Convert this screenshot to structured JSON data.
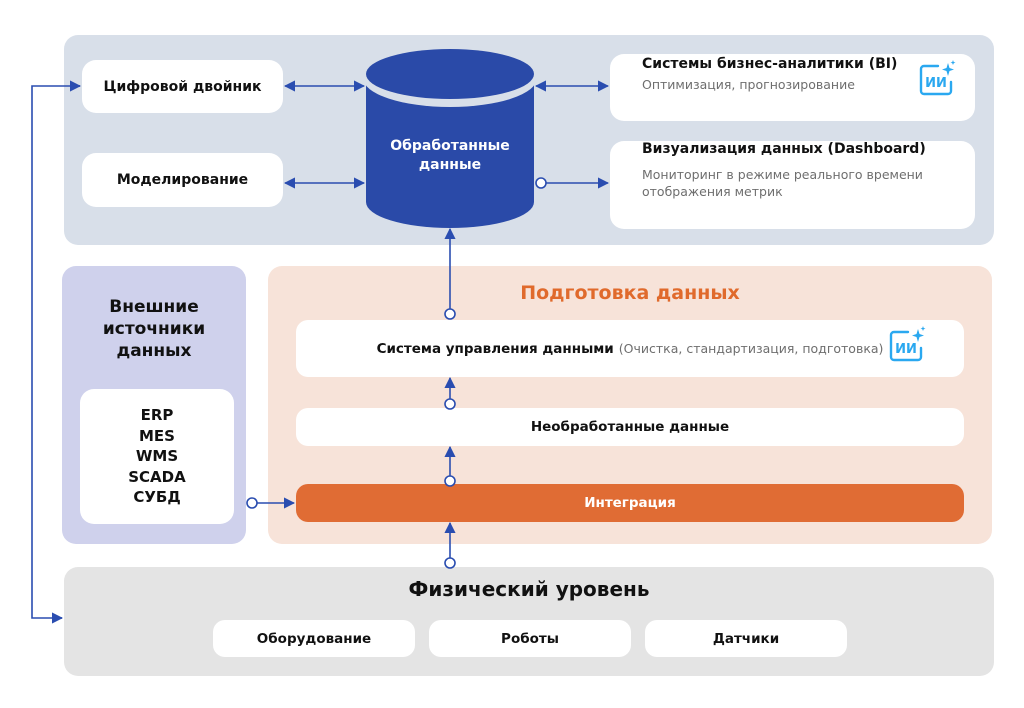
{
  "top_layer": {
    "left_boxes": [
      {
        "label": "Цифровой двойник"
      },
      {
        "label": "Моделирование"
      }
    ],
    "central_store": {
      "label_line1": "Обработанные",
      "label_line2": "данные"
    },
    "right_boxes": [
      {
        "title": "Системы бизнес-аналитики (BI)",
        "subtitle": "Оптимизация, прогнозирование",
        "icon": "ai-icon",
        "icon_text": "ИИ"
      },
      {
        "title": "Визуализация данных (Dashboard)",
        "subtitle_line1": "Мониторинг в режиме реального времени",
        "subtitle_line2": "отображения метрик"
      }
    ]
  },
  "external_sources": {
    "title_line1": "Внешние",
    "title_line2": "источники",
    "title_line3": "данных",
    "items": [
      "ERP",
      "MES",
      "WMS",
      "SCADA",
      "СУБД"
    ]
  },
  "data_preparation": {
    "title": "Подготовка данных",
    "management": {
      "title": "Система управления данными",
      "note": "(Очистка, стандартизация, подготовка)",
      "icon": "ai-icon",
      "icon_text": "ИИ"
    },
    "raw_data": {
      "label": "Необработанные данные"
    },
    "integration": {
      "label": "Интеграция"
    }
  },
  "physical_layer": {
    "title": "Физический уровень",
    "items": [
      "Оборудование",
      "Роботы",
      "Датчики"
    ]
  },
  "colors": {
    "arrow": "#2a4db0",
    "cylinder": "#2a4aa8",
    "accent_orange": "#e06a2c",
    "ai_icon": "#2aa8f0"
  }
}
